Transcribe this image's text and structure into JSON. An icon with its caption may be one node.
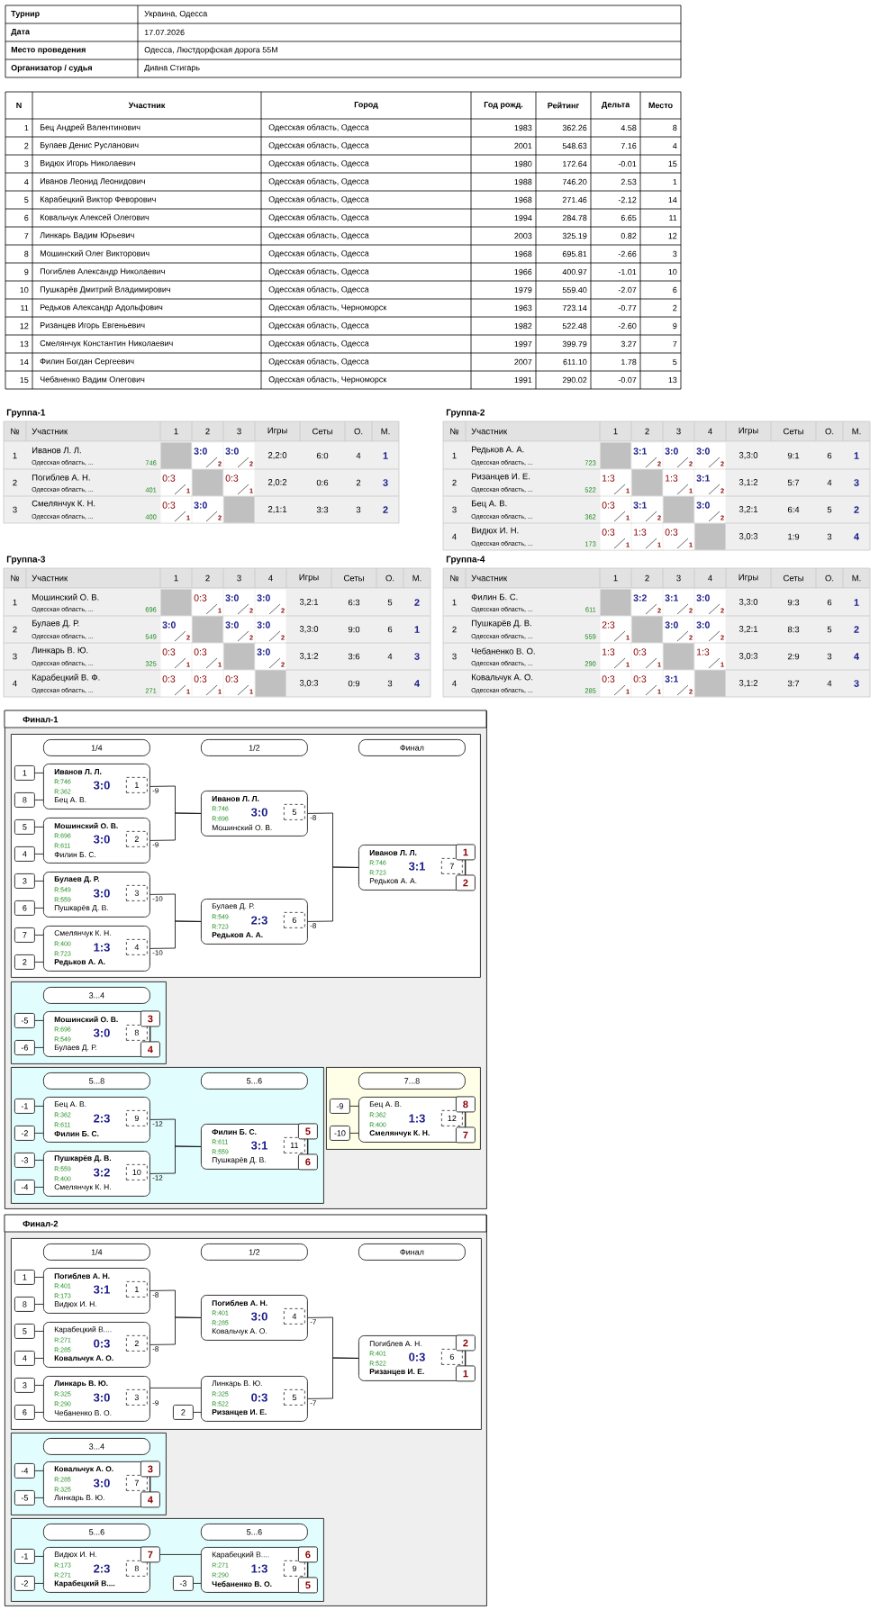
{
  "diagram": {
    "nodes": [
      {
        "text": [
          "Финал-1"
        ]
      },
      {
        "text": [],
        "shape": "box",
        "in": 0
      },
      {
        "text": [
          "1/4"
        ],
        "in": 1
      },
      {
        "text": [
          "1/2"
        ],
        "in": 1
      },
      {
        "text": [
          "Финал"
        ],
        "in": 1
      },
      {
        "text": [
          "1"
        ],
        "in": 1
      },
      {
        "text": [
          "8"
        ],
        "in": 1
      },
      {
        "text": [
          "Иванов Л. Л.",
          "R:746",
          "R:362",
          "3:0",
          "Бец А. В."
        ],
        "in": 1,
        "beside": [
          "-9"
        ]
      },
      {
        "text": [
          "1"
        ],
        "in": 7
      },
      {
        "text": [
          "5"
        ],
        "in": 1
      },
      {
        "text": [
          "4"
        ],
        "in": 1
      },
      {
        "text": [
          "Мошинский О. В.",
          "R:696",
          "R:611",
          "3:0",
          "Филин Б. С."
        ],
        "in": 1,
        "beside": [
          "-9"
        ]
      },
      {
        "text": [
          "2"
        ],
        "in": 11
      },
      {
        "text": [
          "3"
        ],
        "in": 1
      },
      {
        "text": [
          "6"
        ],
        "in": 1
      },
      {
        "text": [
          "Булаев Д. Р.",
          "R:549",
          "R:559",
          "3:0",
          "Пушкарёв Д. В."
        ],
        "in": 1,
        "beside": [
          "-10"
        ]
      },
      {
        "text": [
          "3"
        ],
        "in": 15
      },
      {
        "text": [
          "7"
        ],
        "in": 1
      },
      {
        "text": [
          "2"
        ],
        "in": 1
      },
      {
        "text": [
          "Смелянчук К. Н.",
          "R:400",
          "R:723",
          "1:3",
          "Редьков А. А."
        ],
        "in": 1,
        "beside": [
          "-10"
        ]
      },
      {
        "text": [
          "4"
        ],
        "in": 19
      },
      {
        "text": [
          "Иванов Л. Л.",
          "R:746",
          "R:696",
          "3:0",
          "Мошинский О. В."
        ],
        "in": 1,
        "beside": [
          "-8"
        ]
      },
      {
        "text": [
          "5"
        ],
        "in": 21
      },
      {
        "text": [
          "Булаев Д. Р.",
          "R:549",
          "R:723",
          "2:3",
          "Редьков А. А."
        ],
        "in": 1,
        "beside": [
          "-8"
        ]
      },
      {
        "text": [
          "6"
        ],
        "in": 23
      },
      {
        "text": [
          "Иванов Л. Л.",
          "R:746",
          "R:723",
          "3:1",
          "Редьков А. А."
        ],
        "in": 1
      },
      {
        "text": [
          "7"
        ],
        "in": 25
      },
      {
        "text": [
          "1"
        ],
        "in": 1
      },
      {
        "text": [
          "2"
        ],
        "in": 1
      },
      {
        "text": [],
        "shape": "box",
        "in": 0
      },
      {
        "text": [
          "3...4"
        ],
        "in": 29
      },
      {
        "text": [
          "-5"
        ],
        "in": 29
      },
      {
        "text": [
          "-6"
        ],
        "in": 29
      },
      {
        "text": [
          "Мошинский О. В.",
          "R:696",
          "R:549",
          "3:0",
          "Булаев Д. Р."
        ],
        "in": 29
      },
      {
        "text": [
          "8"
        ],
        "in": 33
      },
      {
        "text": [
          "3"
        ],
        "in": 29
      },
      {
        "text": [
          "4"
        ],
        "in": 29
      },
      {
        "text": [],
        "shape": "box",
        "in": 0
      },
      {
        "text": [
          "5...8"
        ],
        "in": 37
      },
      {
        "text": [
          "5...6"
        ],
        "in": 37
      },
      {
        "text": [
          "-1"
        ],
        "in": 37
      },
      {
        "text": [
          "-2"
        ],
        "in": 37
      },
      {
        "text": [
          "Бец А. В.",
          "R:362",
          "R:611",
          "2:3",
          "Филин Б. С."
        ],
        "in": 37,
        "beside": [
          "-12"
        ]
      },
      {
        "text": [
          "9"
        ],
        "in": 42
      },
      {
        "text": [
          "-3"
        ],
        "in": 37
      },
      {
        "text": [
          "-4"
        ],
        "in": 37
      },
      {
        "text": [
          "Пушкарёв Д. В.",
          "R:559",
          "R:400",
          "3:2",
          "Смелянчук К. Н."
        ],
        "in": 37,
        "beside": [
          "-12"
        ]
      },
      {
        "text": [
          "10"
        ],
        "in": 46
      },
      {
        "text": [
          "Филин Б. С.",
          "R:611",
          "R:559",
          "3:1",
          "Пушкарёв Д. В."
        ],
        "in": 37
      },
      {
        "text": [
          "11"
        ],
        "in": 48
      },
      {
        "text": [
          "5"
        ],
        "in": 37
      },
      {
        "text": [
          "6"
        ],
        "in": 37
      },
      {
        "text": [],
        "shape": "box",
        "in": 0
      },
      {
        "text": [
          "7...8"
        ],
        "in": 52
      },
      {
        "text": [
          "-9"
        ],
        "in": 52
      },
      {
        "text": [
          "-10"
        ],
        "in": 52
      },
      {
        "text": [
          "Бец А. В.",
          "R:362",
          "R:400",
          "1:3",
          "Смелянчук К. Н."
        ],
        "in": 52
      },
      {
        "text": [
          "12"
        ],
        "in": 56
      },
      {
        "text": [
          "8"
        ],
        "in": 52
      },
      {
        "text": [
          "7"
        ],
        "in": 52
      },
      {
        "text": [
          "Финал-2"
        ]
      },
      {
        "text": [],
        "shape": "box",
        "in": 60
      },
      {
        "text": [
          "1/4"
        ],
        "in": 61
      },
      {
        "text": [
          "1/2"
        ],
        "in": 61
      },
      {
        "text": [
          "Финал"
        ],
        "in": 61
      },
      {
        "text": [
          "1"
        ],
        "in": 61
      },
      {
        "text": [
          "8"
        ],
        "in": 61
      },
      {
        "text": [
          "Погиблев А. Н.",
          "R:401",
          "R:173",
          "3:1",
          "Видюх И. Н."
        ],
        "in": 61,
        "beside": [
          "-8"
        ]
      },
      {
        "text": [
          "1"
        ],
        "in": 67
      },
      {
        "text": [
          "5"
        ],
        "in": 61
      },
      {
        "text": [
          "4"
        ],
        "in": 61
      },
      {
        "text": [
          "Карабецкий В....",
          "R:271",
          "R:285",
          "0:3",
          "Ковальчук А. О."
        ],
        "in": 61,
        "beside": [
          "-8"
        ]
      },
      {
        "text": [
          "2"
        ],
        "in": 71
      },
      {
        "text": [
          "3"
        ],
        "in": 61
      },
      {
        "text": [
          "6"
        ],
        "in": 61
      },
      {
        "text": [
          "Линкарь В. Ю.",
          "R:325",
          "R:290",
          "3:0",
          "Чебаненко В. О."
        ],
        "in": 61,
        "beside": [
          "-9"
        ]
      },
      {
        "text": [
          "3"
        ],
        "in": 75
      },
      {
        "text": [
          "Погиблев А. Н.",
          "R:401",
          "R:285",
          "3:0",
          "Ковальчук А. О."
        ],
        "in": 61,
        "beside": [
          "-7"
        ]
      },
      {
        "text": [
          "4"
        ],
        "in": 77
      },
      {
        "text": [
          "2"
        ],
        "in": 61
      },
      {
        "text": [
          "Линкарь В. Ю.",
          "R:325",
          "R:522",
          "0:3",
          "Ризанцев И. Е."
        ],
        "in": 61,
        "beside": [
          "-7"
        ]
      },
      {
        "text": [
          "5"
        ],
        "in": 80
      },
      {
        "text": [
          "Погиблев А. Н.",
          "R:401",
          "R:522",
          "0:3",
          "Ризанцев И. Е."
        ],
        "in": 61
      },
      {
        "text": [
          "6"
        ],
        "in": 82
      },
      {
        "text": [
          "2"
        ],
        "in": 61
      },
      {
        "text": [
          "1"
        ],
        "in": 61
      },
      {
        "text": [],
        "shape": "box",
        "in": 60
      },
      {
        "text": [
          "3...4"
        ],
        "in": 86
      },
      {
        "text": [
          "-4"
        ],
        "in": 86
      },
      {
        "text": [
          "-5"
        ],
        "in": 86
      },
      {
        "text": [
          "Ковальчук А. О.",
          "R:285",
          "R:325",
          "3:0",
          "Линкарь В. Ю."
        ],
        "in": 86
      },
      {
        "text": [
          "7"
        ],
        "in": 90
      },
      {
        "text": [
          "3"
        ],
        "in": 86
      },
      {
        "text": [
          "4"
        ],
        "in": 86
      },
      {
        "text": [],
        "shape": "box",
        "in": 60
      },
      {
        "text": [
          "5...6"
        ],
        "in": 94
      },
      {
        "text": [
          "5...6"
        ],
        "in": 94
      },
      {
        "text": [
          "-1"
        ],
        "in": 94
      },
      {
        "text": [
          "-2"
        ],
        "in": 94
      },
      {
        "text": [
          "Видюх И. Н.",
          "R:173",
          "R:271",
          "2:3",
          "Карабецкий В...."
        ],
        "in": 94
      },
      {
        "text": [
          "8"
        ],
        "in": 99
      },
      {
        "text": [
          "7"
        ],
        "in": 94
      },
      {
        "text": [
          "-3"
        ],
        "in": 94
      },
      {
        "text": [
          "Карабецкий В....",
          "R:271",
          "R:290",
          "1:3",
          "Чебаненко В. О."
        ],
        "in": 94
      },
      {
        "text": [
          "9"
        ],
        "in": 103
      },
      {
        "text": [
          "6"
        ],
        "in": 94
      },
      {
        "text": [
          "5"
        ],
        "in": 94
      }
    ],
    "edges": [
      {
        "from": 5,
        "to": 7,
        "arrow": "none"
      },
      {
        "from": 6,
        "to": 7,
        "arrow": "none"
      },
      {
        "from": 9,
        "to": 11,
        "arrow": "none"
      },
      {
        "from": 10,
        "to": 11,
        "arrow": "none"
      },
      {
        "from": 13,
        "to": 15,
        "arrow": "none"
      },
      {
        "from": 14,
        "to": 15,
        "arrow": "none"
      },
      {
        "from": 17,
        "to": 19,
        "arrow": "none"
      },
      {
        "from": 18,
        "to": 19,
        "arrow": "none"
      },
      {
        "from": 7,
        "to": 21,
        "arrow": "none"
      },
      {
        "from": 11,
        "to": 21,
        "arrow": "none"
      },
      {
        "from": 15,
        "to": 23,
        "arrow": "none"
      },
      {
        "from": 19,
        "to": 23,
        "arrow": "none"
      },
      {
        "from": 21,
        "to": 25,
        "arrow": "none"
      },
      {
        "from": 23,
        "to": 25,
        "arrow": "none"
      },
      {
        "from": 27,
        "to": 28,
        "arrow": "none"
      },
      {
        "from": 31,
        "to": 33,
        "arrow": "none"
      },
      {
        "from": 32,
        "to": 33,
        "arrow": "none"
      },
      {
        "from": 35,
        "to": 36,
        "arrow": "none"
      },
      {
        "from": 40,
        "to": 42,
        "arrow": "none"
      },
      {
        "from": 41,
        "to": 42,
        "arrow": "none"
      },
      {
        "from": 44,
        "to": 46,
        "arrow": "none"
      },
      {
        "from": 45,
        "to": 46,
        "arrow": "none"
      },
      {
        "from": 42,
        "to": 48,
        "arrow": "none"
      },
      {
        "from": 46,
        "to": 48,
        "arrow": "none"
      },
      {
        "from": 50,
        "to": 51,
        "arrow": "none"
      },
      {
        "from": 54,
        "to": 56,
        "arrow": "none"
      },
      {
        "from": 55,
        "to": 56,
        "arrow": "none"
      },
      {
        "from": 58,
        "to": 59,
        "arrow": "none"
      },
      {
        "from": 65,
        "to": 67,
        "arrow": "none"
      },
      {
        "from": 66,
        "to": 67,
        "arrow": "none"
      },
      {
        "from": 69,
        "to": 71,
        "arrow": "none"
      },
      {
        "from": 70,
        "to": 71,
        "arrow": "none"
      },
      {
        "from": 73,
        "to": 75,
        "arrow": "none"
      },
      {
        "from": 74,
        "to": 75,
        "arrow": "none"
      },
      {
        "from": 67,
        "to": 77,
        "arrow": "none"
      },
      {
        "from": 71,
        "to": 77,
        "arrow": "none"
      },
      {
        "from": 75,
        "to": 80,
        "arrow": "none"
      },
      {
        "from": 79,
        "to": 80,
        "arrow": "none"
      },
      {
        "from": 77,
        "to": 82,
        "arrow": "none"
      },
      {
        "from": 80,
        "to": 82,
        "arrow": "none"
      },
      {
        "from": 84,
        "to": 85,
        "arrow": "none"
      },
      {
        "from": 88,
        "to": 90,
        "arrow": "none"
      },
      {
        "from": 89,
        "to": 90,
        "arrow": "none"
      },
      {
        "from": 92,
        "to": 93,
        "arrow": "none"
      },
      {
        "from": 97,
        "to": 99,
        "arrow": "none"
      },
      {
        "from": 98,
        "to": 99,
        "arrow": "none"
      },
      {
        "from": 101,
        "to": 103,
        "arrow": "none"
      },
      {
        "from": 102,
        "to": 103,
        "arrow": "none"
      },
      {
        "from": 105,
        "to": 106,
        "arrow": "none"
      }
    ],
    "labels": [
      "Турнир",
      "Украина, Одесса",
      "Дата",
      "17.07.2026",
      "Место проведения",
      "Одесса, Люстдорфская дорога 55М",
      "Организатор / судья",
      "Диана Стигарь",
      "N",
      "Участник",
      "Город",
      "Год рожд.",
      "Рейтинг",
      "Дельта",
      "Место",
      "1",
      "Бец Андрей Валентинович",
      "Одесская область, Одесса",
      "1983",
      "362.26",
      "4.58",
      "8",
      "2",
      "Булаев Денис Русланович",
      "Одесская область, Одесса",
      "2001",
      "548.63",
      "7.16",
      "4",
      "3",
      "Видюх Игорь Николаевич",
      "Одесская область, Одесса",
      "1980",
      "172.64",
      "-0.01",
      "15",
      "4",
      "Иванов Леонид Леонидович",
      "Одесская область, Одесса",
      "1988",
      "746.20",
      "2.53",
      "1",
      "5",
      "Карабецкий Виктор Феворович",
      "Одесская область, Одесса",
      "1968",
      "271.46",
      "-2.12",
      "14",
      "6",
      "Ковальчук Алексей Олегович",
      "Одесская область, Одесса",
      "1994",
      "284.78",
      "6.65",
      "11",
      "7",
      "Линкарь Вадим Юрьевич",
      "Одесская область, Одесса",
      "2003",
      "325.19",
      "0.82",
      "12",
      "8",
      "Мошинский Олег Викторович",
      "Одесская область, Одесса",
      "1968",
      "695.81",
      "-2.66",
      "3",
      "9",
      "Погиблев Александр Николаевич",
      "Одесская область, Одесса",
      "1966",
      "400.97",
      "-1.01",
      "10",
      "10",
      "Пушкарёв Дмитрий Владимирович",
      "Одесская область, Одесса",
      "1979",
      "559.40",
      "-2.07",
      "6",
      "11",
      "Редьков Александр Адольфович",
      "Одесская область, Черноморск",
      "1963",
      "723.14",
      "-0.77",
      "2",
      "12",
      "Ризанцев Игорь Евгеньевич",
      "Одесская область, Одесса",
      "1982",
      "522.48",
      "-2.60",
      "9",
      "13",
      "Смелянчук Константин Николаевич",
      "Одесская область, Одесса",
      "1997",
      "399.79",
      "3.27",
      "7",
      "14",
      "Филин Богдан Сергеевич",
      "Одесская область, Одесса",
      "2007",
      "611.10",
      "1.78",
      "5",
      "15",
      "Чебаненко Вадим Олегович",
      "Одесская область, Черноморск",
      "1991",
      "290.02",
      "-0.07",
      "13",
      "Группа-1",
      "№",
      "Участник",
      "1",
      "2",
      "3",
      "Игры",
      "Сеты",
      "О.",
      "М.",
      "1",
      "Иванов Л. Л.",
      "Одесская область, ...",
      "746",
      "3:0",
      "2",
      "3:0",
      "2",
      "2,2:0",
      "6:0",
      "4",
      "1",
      "2",
      "Погиблев А. Н.",
      "Одесская область, ...",
      "401",
      "0:3",
      "1",
      "0:3",
      "1",
      "2,0:2",
      "0:6",
      "2",
      "3",
      "3",
      "Смелянчук К. Н.",
      "Одесская область, ...",
      "400",
      "0:3",
      "1",
      "3:0",
      "2",
      "2,1:1",
      "3:3",
      "3",
      "2",
      "Группа-2",
      "№",
      "Участник",
      "1",
      "2",
      "3",
      "4",
      "Игры",
      "Сеты",
      "О.",
      "М.",
      "1",
      "Редьков А. А.",
      "Одесская область, ...",
      "723",
      "3:1",
      "2",
      "3:0",
      "2",
      "3:0",
      "2",
      "3,3:0",
      "9:1",
      "6",
      "1",
      "2",
      "Ризанцев И. Е.",
      "Одесская область, ...",
      "522",
      "1:3",
      "1",
      "1:3",
      "1",
      "3:1",
      "2",
      "3,1:2",
      "5:7",
      "4",
      "3",
      "3",
      "Бец А. В.",
      "Одесская область, ...",
      "362",
      "0:3",
      "1",
      "3:1",
      "2",
      "3:0",
      "2",
      "3,2:1",
      "6:4",
      "5",
      "2",
      "4",
      "Видюх И. Н.",
      "Одесская область, ...",
      "173",
      "0:3",
      "1",
      "1:3",
      "1",
      "0:3",
      "1",
      "3,0:3",
      "1:9",
      "3",
      "4",
      "Группа-3",
      "№",
      "Участник",
      "1",
      "2",
      "3",
      "4",
      "Игры",
      "Сеты",
      "О.",
      "М.",
      "1",
      "Мошинский О. В.",
      "Одесская область, ...",
      "696",
      "0:3",
      "1",
      "3:0",
      "2",
      "3:0",
      "2",
      "3,2:1",
      "6:3",
      "5",
      "2",
      "2",
      "Булаев Д. Р.",
      "Одесская область, ...",
      "549",
      "3:0",
      "2",
      "3:0",
      "2",
      "3:0",
      "2",
      "3,3:0",
      "9:0",
      "6",
      "1",
      "3",
      "Линкарь В. Ю.",
      "Одесская область, ...",
      "325",
      "0:3",
      "1",
      "0:3",
      "1",
      "3:0",
      "2",
      "3,1:2",
      "3:6",
      "4",
      "3",
      "4",
      "Карабецкий В. Ф.",
      "Одесская область, ...",
      "271",
      "0:3",
      "1",
      "0:3",
      "1",
      "0:3",
      "1",
      "3,0:3",
      "0:9",
      "3",
      "4",
      "Группа-4",
      "№",
      "Участник",
      "1",
      "2",
      "3",
      "4",
      "Игры",
      "Сеты",
      "О.",
      "М.",
      "1",
      "Филин Б. С.",
      "Одесская область, ...",
      "611",
      "3:2",
      "2",
      "3:1",
      "2",
      "3:0",
      "2",
      "3,3:0",
      "9:3",
      "6",
      "1",
      "2",
      "Пушкарёв Д. В.",
      "Одесская область, ...",
      "559",
      "2:3",
      "1",
      "3:0",
      "2",
      "3:0",
      "2",
      "3,2:1",
      "8:3",
      "5",
      "2",
      "3",
      "Чебаненко В. О.",
      "Одесская область, ...",
      "290",
      "1:3",
      "1",
      "0:3",
      "1",
      "1:3",
      "1",
      "3,0:3",
      "2:9",
      "3",
      "4",
      "4",
      "Ковальчук А. О.",
      "Одесская область, ...",
      "285",
      "0:3",
      "1",
      "0:3",
      "1",
      "3:1",
      "2",
      "3,1:2",
      "3:7",
      "4",
      "3"
    ]
  }
}
